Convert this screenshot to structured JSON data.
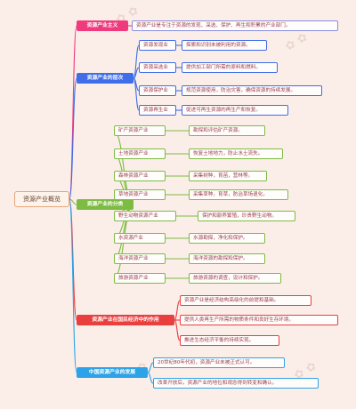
{
  "root": {
    "label": "资源产业概览"
  },
  "colors": {
    "pink": "#ef3b7d",
    "blue": "#3f6ee8",
    "green": "#7dbb42",
    "red": "#ea3f3f",
    "cyan": "#2ca3e8"
  },
  "categories": [
    {
      "label": "资源产业主义",
      "items": [
        {
          "text": "资源产业是专注于资源的发现、采选、保护、再生和积累的产业部门。"
        }
      ]
    },
    {
      "label": "资源产业的层次",
      "items": [
        {
          "text": "资源发现业",
          "child": "探索和识别未被利用的资源。"
        },
        {
          "text": "资源采选业",
          "child": "提供加工部门所需的原料和燃料。"
        },
        {
          "text": "资源保护业",
          "child": "规范资源使用，防治灾害，确保资源的持续发展。"
        },
        {
          "text": "资源再生业",
          "child": "促进可再生资源的再生产和恢复。"
        }
      ]
    },
    {
      "label": "资源产业的分类",
      "items": [
        {
          "text": "矿产资源产业",
          "child": "勘探和评估矿产资源。"
        },
        {
          "text": "土地资源产业",
          "child": "恢复土地地力，防止水土流失。"
        },
        {
          "text": "森林资源产业",
          "child": "采集树种，育苗，营林等。"
        },
        {
          "text": "草地资源产业",
          "child": "采集草种，育草，防治草场退化。"
        },
        {
          "text": "野生动物资源产业",
          "child": "保护和驯养繁殖，珍贵野生动物。"
        },
        {
          "text": "水资源产业",
          "child": "水源勘探，净化和保护。"
        },
        {
          "text": "海洋资源产业",
          "child": "海洋资源的勘探和保护。"
        },
        {
          "text": "旅游资源产业",
          "child": "旅游资源的调查，设计和保护。"
        }
      ]
    },
    {
      "label": "资源产业在国民经济中的作用",
      "items": [
        {
          "text": "资源产业是经济结构高级化的前提和基础。"
        },
        {
          "text": "提供人类再生产所需的物质条件和良好生存环境。"
        },
        {
          "text": "推进生态经济平衡的持续实现。"
        }
      ]
    },
    {
      "label": "中国资源产业的发展",
      "items": [
        {
          "text": "20世纪80年代初，资源产业未被正式认可。"
        },
        {
          "text": "改革开放后，资源产业的地位和观念得到转变和确认。"
        }
      ]
    }
  ]
}
